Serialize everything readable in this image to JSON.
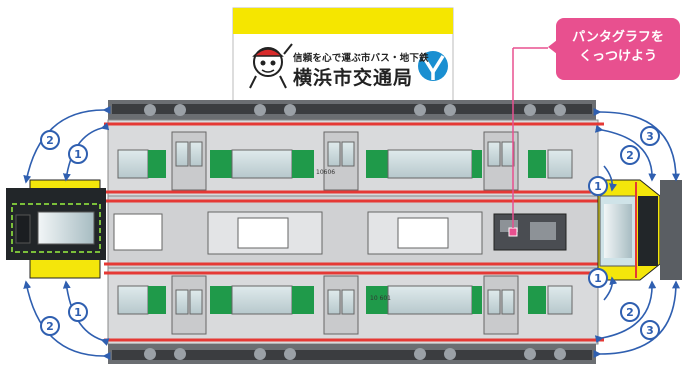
{
  "logo": {
    "tagline": "信頼を心で運ぶ市バス・地下鉄",
    "name": "横浜市交通局",
    "mark_color": "#1a8fd1",
    "panel_color": "#f5e600"
  },
  "callout": {
    "line1": "パンタグラフを",
    "line2": "くっつけよう",
    "color": "#e8508f"
  },
  "car_numbers": {
    "upper": "10606",
    "lower": "10 601"
  },
  "fold_steps": {
    "left_top": [
      "2",
      "1"
    ],
    "left_bottom": [
      "2",
      "1"
    ],
    "right_top": [
      "3",
      "2",
      "1"
    ],
    "right_bottom": [
      "3",
      "2",
      "1"
    ]
  },
  "colors": {
    "body": "#d9dadc",
    "window_green": "#1f9a4a",
    "cut_line": "#e53935",
    "arrow": "#2f5fb0",
    "nose_yellow": "#f4e60b",
    "glue_dashed": "#7bbf3a"
  }
}
